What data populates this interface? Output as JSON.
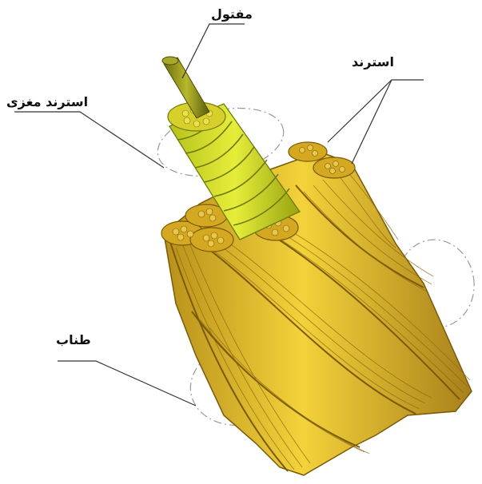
{
  "labels": {
    "wire": "مفتول",
    "core_strand": "استرند مغزی",
    "strand": "استرند",
    "rope": "طناب"
  },
  "colors": {
    "strand_fill": "#e8c02a",
    "strand_shadow": "#b8901a",
    "strand_line": "#7a5a08",
    "core_fill": "#d6e02a",
    "core_line": "#6f7a10",
    "wire_fill": "#9a9a1a",
    "leader_line": "#333333",
    "ellipse_line": "#9a9a9a"
  },
  "icons": {
    "diagram": "wire-rope-diagram"
  }
}
